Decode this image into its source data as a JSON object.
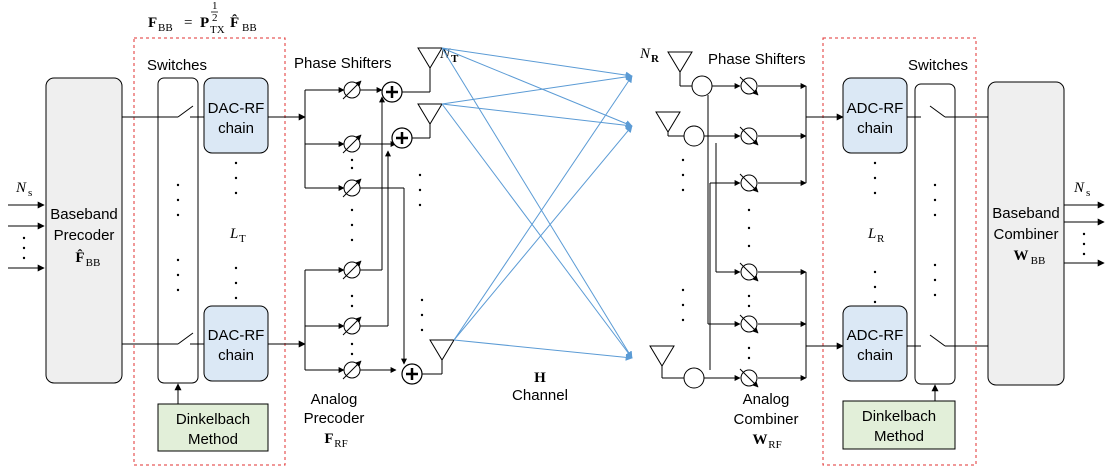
{
  "equation": {
    "lhs": "F",
    "lhs_sub": "BB",
    "eq": "=",
    "p": "P",
    "p_sup_num": "1",
    "p_sup_den": "2",
    "p_sub": "TX",
    "f": "F̂",
    "f_sub": "BB"
  },
  "tx": {
    "n_s_label": "N",
    "n_s_sub": "s",
    "baseband": {
      "line1": "Baseband",
      "line2": "Precoder",
      "line3": "F̂",
      "line3_sub": "BB"
    },
    "switches_label": "Switches",
    "chain_top": {
      "line1": "DAC-RF",
      "line2": "chain"
    },
    "chain_bottom": {
      "line1": "DAC-RF",
      "line2": "chain"
    },
    "l_label": "L",
    "l_sub": "T",
    "phase_shifters_label": "Phase Shifters",
    "n_t_label": "N",
    "n_t_sub": "T",
    "analog": {
      "line1": "Analog",
      "line2": "Precoder",
      "line3": "F",
      "line3_sub": "RF"
    },
    "method": {
      "line1": "Dinkelbach",
      "line2": "Method"
    }
  },
  "channel": {
    "symbol": "H",
    "label": "Channel"
  },
  "rx": {
    "n_r_label": "N",
    "n_r_sub": "R",
    "phase_shifters_label": "Phase Shifters",
    "switches_label": "Switches",
    "chain_top": {
      "line1": "ADC-RF",
      "line2": "chain"
    },
    "chain_bottom": {
      "line1": "ADC-RF",
      "line2": "chain"
    },
    "l_label": "L",
    "l_sub": "R",
    "baseband": {
      "line1": "Baseband",
      "line2": "Combiner",
      "line3": "W",
      "line3_sub": "BB"
    },
    "n_s_label": "N",
    "n_s_sub": "s",
    "analog": {
      "line1": "Analog",
      "line2": "Combiner",
      "line3": "W",
      "line3_sub": "RF"
    },
    "method": {
      "line1": "Dinkelbach",
      "line2": "Method"
    }
  },
  "colors": {
    "chain_fill": "#dbe8f5",
    "method_fill": "#e2efd9",
    "baseband_fill": "#efefef",
    "channel_lines": "#5b9bd5",
    "dashed_border": "#e03030"
  }
}
